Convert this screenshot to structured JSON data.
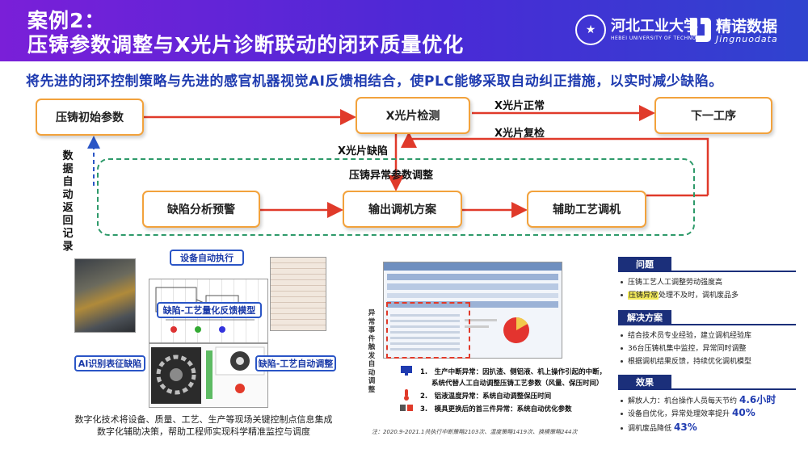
{
  "header": {
    "title_line1": "案例2：",
    "title_line2": "压铸参数调整与X光片诊断联动的闭环质量优化",
    "university_name": "河北工业大学",
    "university_en": "HEBEI UNIVERSITY OF TECHNOLOGY",
    "brand_name": "精诺数据",
    "brand_en": "Jingnuodata"
  },
  "subtitle": "将先进的闭环控制策略与先进的感官机器视觉AI反馈相结合，使PLC能够采取自动纠正措施，以实时减少缺陷。",
  "flow": {
    "box_initial": "压铸初始参数",
    "box_xray": "X光片检测",
    "box_next": "下一工序",
    "box_analysis": "缺陷分析预警",
    "box_output": "输出调机方案",
    "box_assist": "辅助工艺调机",
    "label_normal": "X光片正常",
    "label_recheck": "X光片复检",
    "label_defect": "X光片缺陷",
    "label_abnormal": "压铸异常参数调整",
    "label_return": "数据自动返回记录"
  },
  "left_panel": {
    "tag_auto_exec": "设备自动执行",
    "tag_model": "缺陷-工艺量化反馈模型",
    "tag_ai": "AI识别表征缺陷",
    "tag_auto_adjust": "缺陷-工艺自动调整",
    "caption_line1": "数字化技术将设备、质量、工艺、生产等现场关键控制点信息集成",
    "caption_line2": "数字化辅助决策，帮助工程师实现科学精准监控与调度"
  },
  "middle_panel": {
    "vertical_label": "异常事件触发自动调整",
    "event1_line1": "1.　生产中断异常：因扒渣、侧铝液、机上操作引起的中断，",
    "event1_line2": "系统代替人工自动调整压铸工艺参数（风量、保压时间）",
    "event2": "2.　铝液温度异常：系统自动调整保压时间",
    "event3": "3.　模具更换后的首三件异常：系统自动优化参数",
    "note": "注：2020.9-2021.1共执行中断策略2103次、温度策略1419次、换模策略244次"
  },
  "right_panel": {
    "problem_title": "问题",
    "problem_items": [
      "压铸工艺人工调整劳动强度高",
      "处理不及时，调机废品多"
    ],
    "problem_highlight": "压铸异常",
    "solution_title": "解决方案",
    "solution_items": [
      "结合技术员专业经验，建立调机经验库",
      "36台压铸机集中监控，异常同时调整",
      "根据调机结果反馈，持续优化调机模型"
    ],
    "effect_title": "效果",
    "effect_items": [
      {
        "text": "解放人力：机台操作人员每天节约",
        "value": "4.6小时"
      },
      {
        "text": "设备自优化，异常处理效率提升",
        "value": "40%"
      },
      {
        "text": "调机废品降低",
        "value": "43%"
      }
    ]
  },
  "colors": {
    "header_start": "#7a1fd8",
    "header_end": "#2f43cf",
    "box_border": "#f2a23c",
    "arrow_red": "#e03a2a",
    "dash_green": "#2e9a6a",
    "accent_blue": "#1f3bb0",
    "section_navy": "#1b2f7a"
  }
}
